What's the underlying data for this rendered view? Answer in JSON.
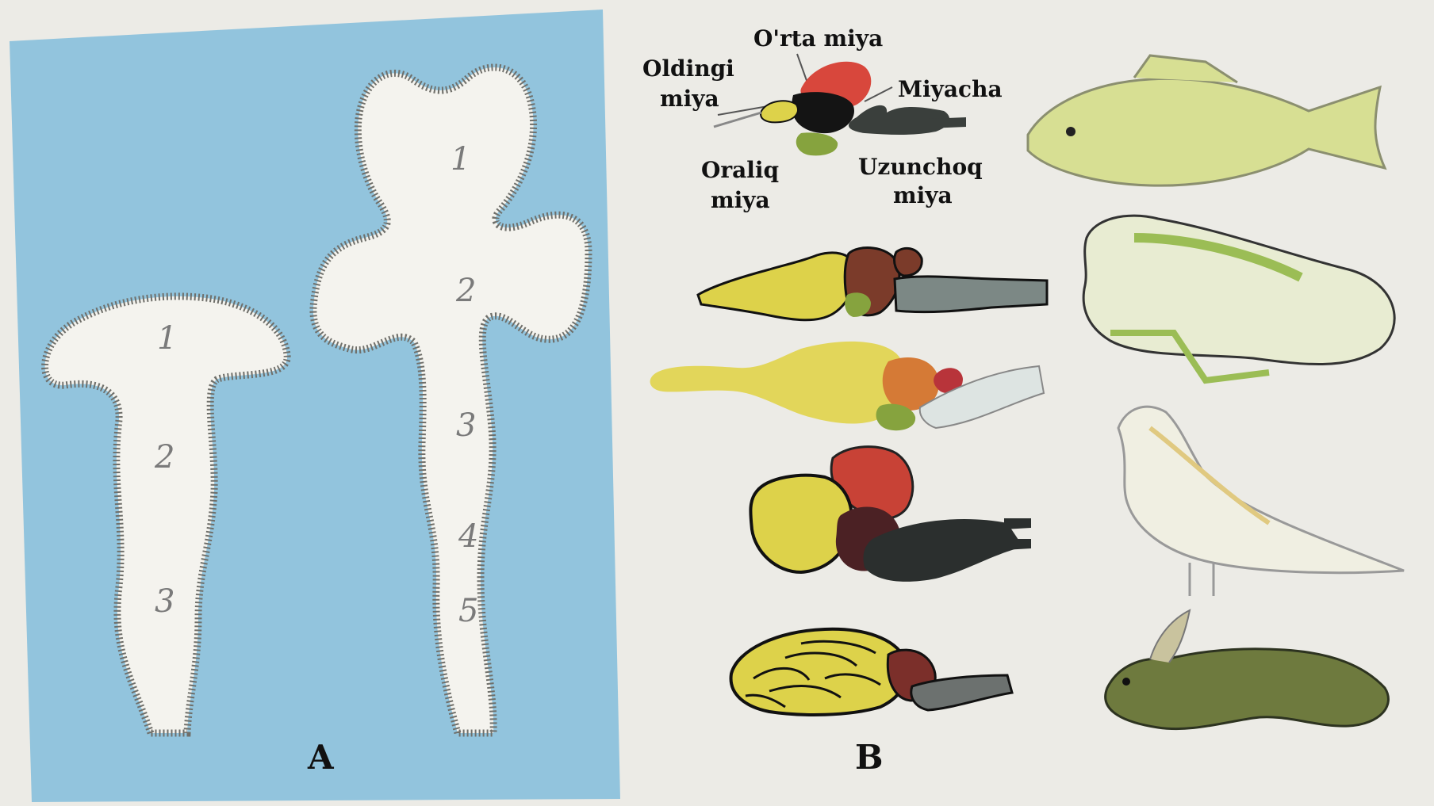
{
  "panel_a": {
    "letter": "A",
    "stage1_numbers": [
      "1",
      "2",
      "3"
    ],
    "stage2_numbers": [
      "1",
      "2",
      "3",
      "4",
      "5"
    ]
  },
  "panel_b": {
    "letter": "B",
    "labels": {
      "orta_miya": "O'rta miya",
      "oldingi_miya_1": "Oldingi",
      "oldingi_miya_2": "miya",
      "miyacha": "Miyacha",
      "oraliq_miya_1": "Oraliq",
      "oraliq_miya_2": "miya",
      "uzunchoq_miya_1": "Uzunchoq",
      "uzunchoq_miya_2": "miya"
    },
    "colors": {
      "forebrain": "#ddd24a",
      "midbrain": "#d8473c",
      "diencephalon": "#86a33e",
      "cerebellum": "#7b3b2a",
      "medulla": "#3a3f3c"
    }
  },
  "panel_a_background": "#8fc3dd"
}
